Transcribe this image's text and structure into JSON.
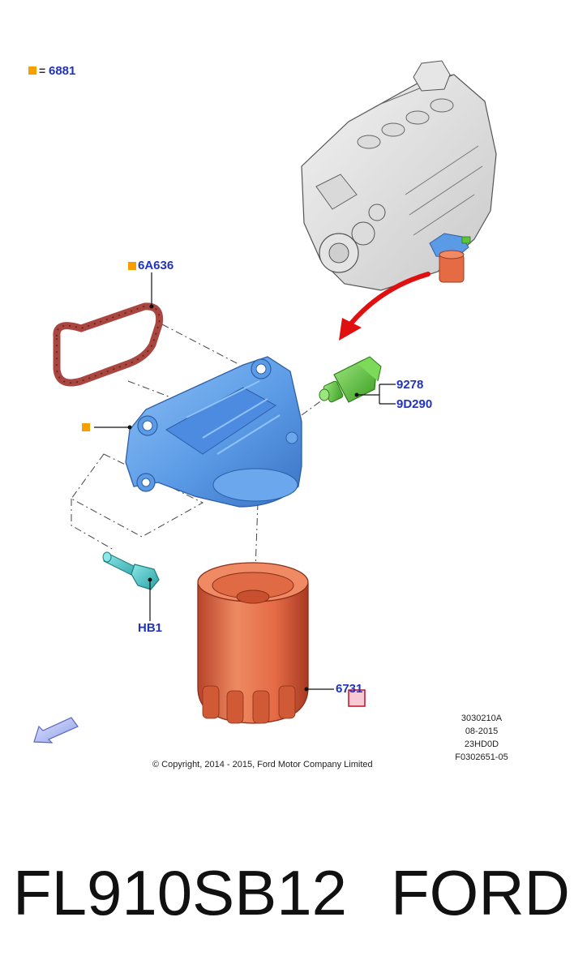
{
  "legend": {
    "equals": "=",
    "code": "6881"
  },
  "parts": {
    "gasket": "6A636",
    "sensor_a": "9278",
    "sensor_b": "9D290",
    "bolt": "HB1",
    "filter": "6731"
  },
  "drawing_info": [
    "3030210A",
    "08-2015",
    "23HD0D",
    "F0302651-05"
  ],
  "copyright": "© Copyright, 2014 - 2015, Ford Motor Company Limited",
  "product": {
    "part_number": "FL910SB12",
    "brand": "FORD"
  },
  "colors": {
    "label": "#2233bb",
    "marker": "#f5a000",
    "housing": "#5b9be6",
    "filter": "#e56b45",
    "gasket": "#a8463f",
    "sensor": "#5cc43a",
    "bolt": "#3cc6c8",
    "arrow": "#e01010"
  }
}
